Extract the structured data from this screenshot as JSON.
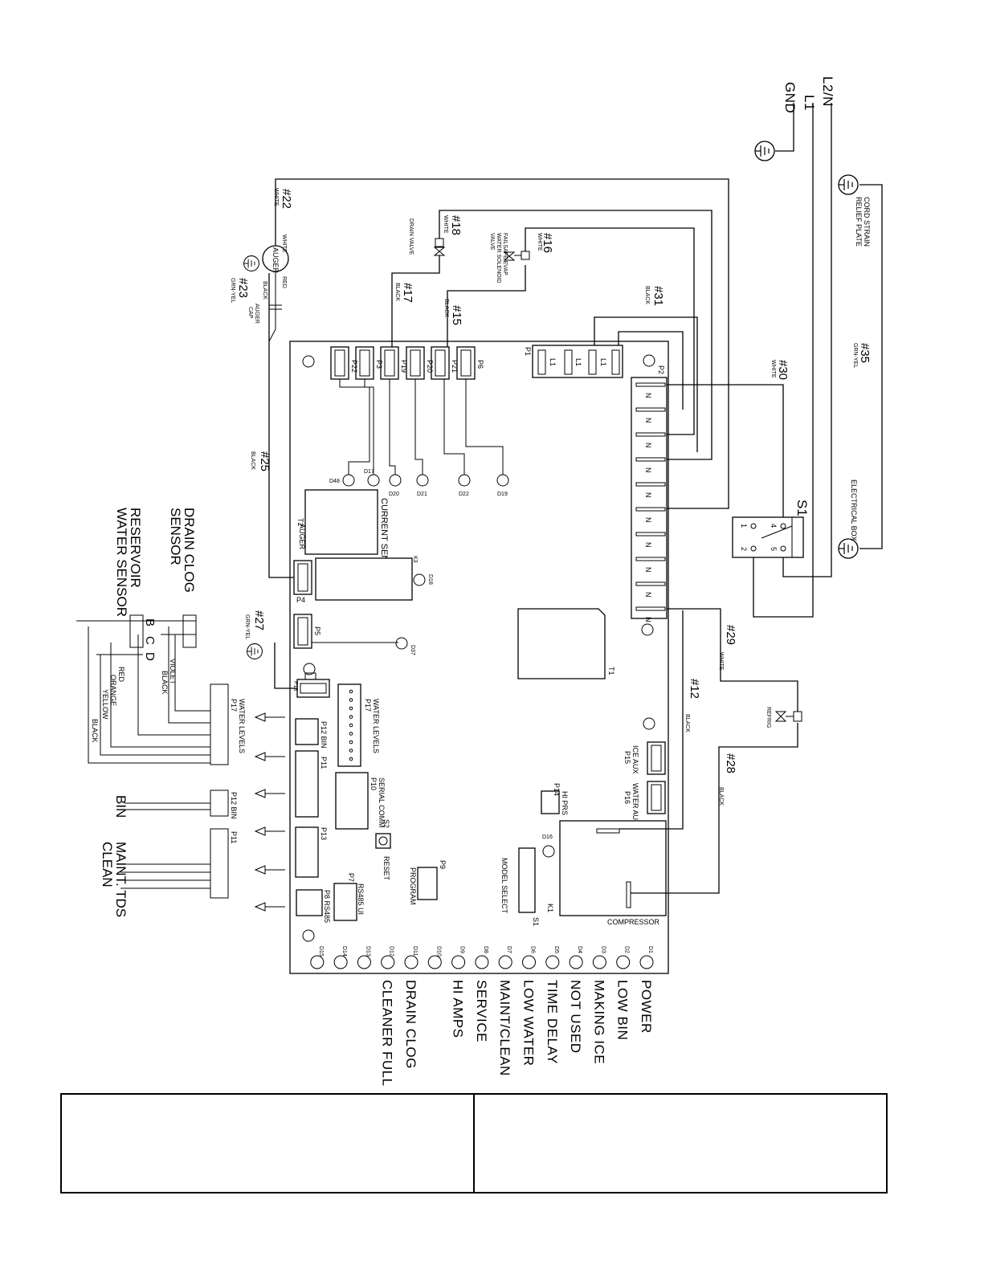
{
  "supply": {
    "l2n": "L2/N",
    "l1": "L1",
    "gnd": "GND"
  },
  "plates": {
    "cord_strain": "CORD STRAIN",
    "relief_plate": "RELIEF PLATE",
    "electrical_box": "ELECTRICAL BOX"
  },
  "wires": {
    "w22": "#22",
    "w18": "#18",
    "w16": "#16",
    "w17": "#17",
    "w15": "#15",
    "w31": "#31",
    "w35": "#35",
    "w30": "#30",
    "w29": "#29",
    "w12": "#12",
    "w28": "#28",
    "w27": "#27",
    "w25": "#25",
    "w23": "#23"
  },
  "colors": {
    "white": "WHITE",
    "black": "BLACK",
    "red": "RED",
    "grn_yel": "GRN-YEL",
    "violet": "VIOLET",
    "orange": "ORANGE",
    "yellow": "YELLOW"
  },
  "components": {
    "drain_valve": "DRAIN VALVE",
    "solenoid_1": "FAILSAFE/EVAP",
    "solenoid_2": "WATER SOLENOID",
    "solenoid_3": "VALVE",
    "auger": "AUGER",
    "auger_cap_1": "AUGER",
    "auger_cap_2": "CAP",
    "refrig": "REFRIG",
    "switch": "S1",
    "drain_clog_1": "DRAIN CLOG",
    "drain_clog_2": "SENSOR",
    "reservoir_1": "RESERVOIR",
    "reservoir_2": "WATER SENSOR",
    "bin": "BIN",
    "maint_tds": "MAINT. TDS",
    "clean": "CLEAN"
  },
  "board": {
    "connectors_top": [
      "P22",
      "P3",
      "P19",
      "P20",
      "P21",
      "P6"
    ],
    "p1": "P1",
    "p2": "P2",
    "l1": "L1",
    "n": "N",
    "d_top": [
      "D48",
      "D17",
      "D20",
      "D21",
      "D22",
      "D19"
    ],
    "t2": "T2",
    "current_sens": "CURRENT SENS",
    "auger_conn": "AUGER",
    "p4": "P4",
    "k3": "K3",
    "d18": "D18",
    "p5": "P5",
    "d37": "D37",
    "t1": "T1",
    "p18": "P18",
    "p17": "P17",
    "water_levels": "WATER LEVELS",
    "p12": "P12 BIN",
    "p11": "P11",
    "p10": "P10",
    "serial_comm": "SERIAL COMM",
    "s2": "S2",
    "reset": "RESET",
    "p13": "P13",
    "p7": "P7",
    "rs485_ui": "RS485 UI",
    "p8": "P8 RS485",
    "p9": "P9",
    "program": "PROGRAM",
    "model_select": "MODEL SELECT",
    "s1": "S1",
    "k1": "K1",
    "compressor": "COMPRESSOR",
    "d16": "D16",
    "hi_prs": "HI PRS",
    "p14": "P14",
    "ice_aux": "ICE AUX",
    "p15": "P15",
    "water_aux": "WATER AUX",
    "p16": "P16",
    "switch_pins": [
      "1",
      "2",
      "4",
      "5"
    ],
    "sensor_letters": [
      "B",
      "C",
      "D"
    ]
  },
  "leds": [
    {
      "id": "D1",
      "label": "POWER"
    },
    {
      "id": "D2",
      "label": "LOW BIN"
    },
    {
      "id": "D3",
      "label": "MAKING ICE"
    },
    {
      "id": "D4",
      "label": "NOT USED"
    },
    {
      "id": "D5",
      "label": "TIME DELAY"
    },
    {
      "id": "D6",
      "label": "LOW WATER"
    },
    {
      "id": "D7",
      "label": "MAINT/CLEAN"
    },
    {
      "id": "D8",
      "label": "SERVICE"
    },
    {
      "id": "D9",
      "label": "HI AMPS"
    },
    {
      "id": "D10",
      "label": ""
    },
    {
      "id": "D11",
      "label": "DRAIN CLOG"
    },
    {
      "id": "D12",
      "label": "CLEANER FULL"
    },
    {
      "id": "D13",
      "label": ""
    },
    {
      "id": "D14",
      "label": ""
    },
    {
      "id": "D15",
      "label": ""
    }
  ]
}
